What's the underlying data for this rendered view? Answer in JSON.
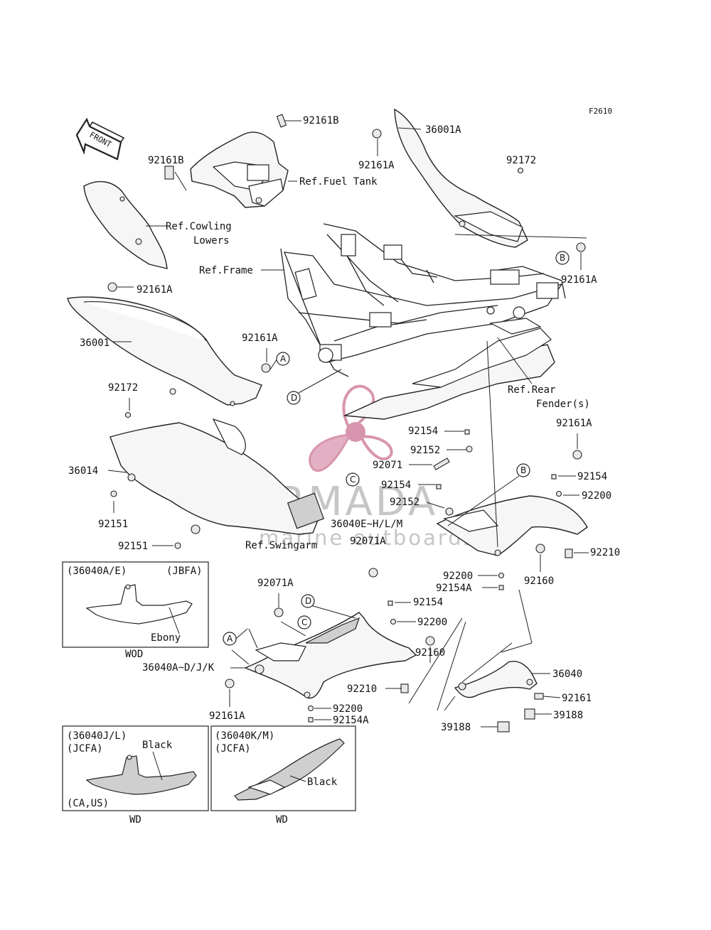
{
  "figure_code": "F2610",
  "front_arrow_label": "FRONT",
  "watermark": {
    "brand": "ARMADA",
    "tagline": "marine outboards",
    "accent_color": "#d48aa6",
    "text_color": "#8a8a8a"
  },
  "labels": {
    "p92161B_top": "92161B",
    "p36001A": "36001A",
    "p92161A_top": "92161A",
    "p92172_top": "92172",
    "p92161B_left": "92161B",
    "ref_fuel_tank": "Ref.Fuel Tank",
    "ref_cowling_1": "Ref.Cowling",
    "ref_cowling_2": "Lowers",
    "ref_frame": "Ref.Frame",
    "p92161A_right": "92161A",
    "p92161A_left": "92161A",
    "p36001": "36001",
    "p92161A_mid": "92161A",
    "p92172_left": "92172",
    "ref_rear_1": "Ref.Rear",
    "ref_rear_2": "Fender(s)",
    "p92154_a": "92154",
    "p92161A_r2": "92161A",
    "p92152_a": "92152",
    "p92071": "92071",
    "p92154_r": "92154",
    "p36014": "36014",
    "p92154_b": "92154",
    "p92200_r": "92200",
    "p92152_b": "92152",
    "p36040E": "36040E~H/L/M",
    "p92151_a": "92151",
    "p92071A_a": "92071A",
    "p92210_r": "92210",
    "p92151_b": "92151",
    "ref_swingarm": "Ref.Swingarm",
    "p92200_c": "92200",
    "p92160_r": "92160",
    "p92154A_c": "92154A",
    "p92071A_b": "92071A",
    "p92154_c": "92154",
    "p92200_m": "92200",
    "p36040A": "36040A~D/J/K",
    "p92160_m": "92160",
    "p36040": "36040",
    "p92210_m": "92210",
    "p92161": "92161",
    "p92161A_bot": "92161A",
    "p39188_r": "39188",
    "p92200_bot": "92200",
    "p39188_l": "39188",
    "p92154A_bot": "92154A"
  },
  "circle_markers": {
    "A": "A",
    "B": "B",
    "C": "C",
    "D": "D"
  },
  "inset_wod": {
    "part_code": "(36040A/E)",
    "color_code": "(JBFA)",
    "color_name": "Ebony",
    "caption": "WOD"
  },
  "inset_wd_left": {
    "part_code": "(36040J/L)",
    "color_code": "(JCFA)",
    "color_name": "Black",
    "market": "(CA,US)",
    "caption": "WD"
  },
  "inset_wd_right": {
    "part_code": "(36040K/M)",
    "color_code": "(JCFA)",
    "color_name": "Black",
    "caption": "WD"
  }
}
